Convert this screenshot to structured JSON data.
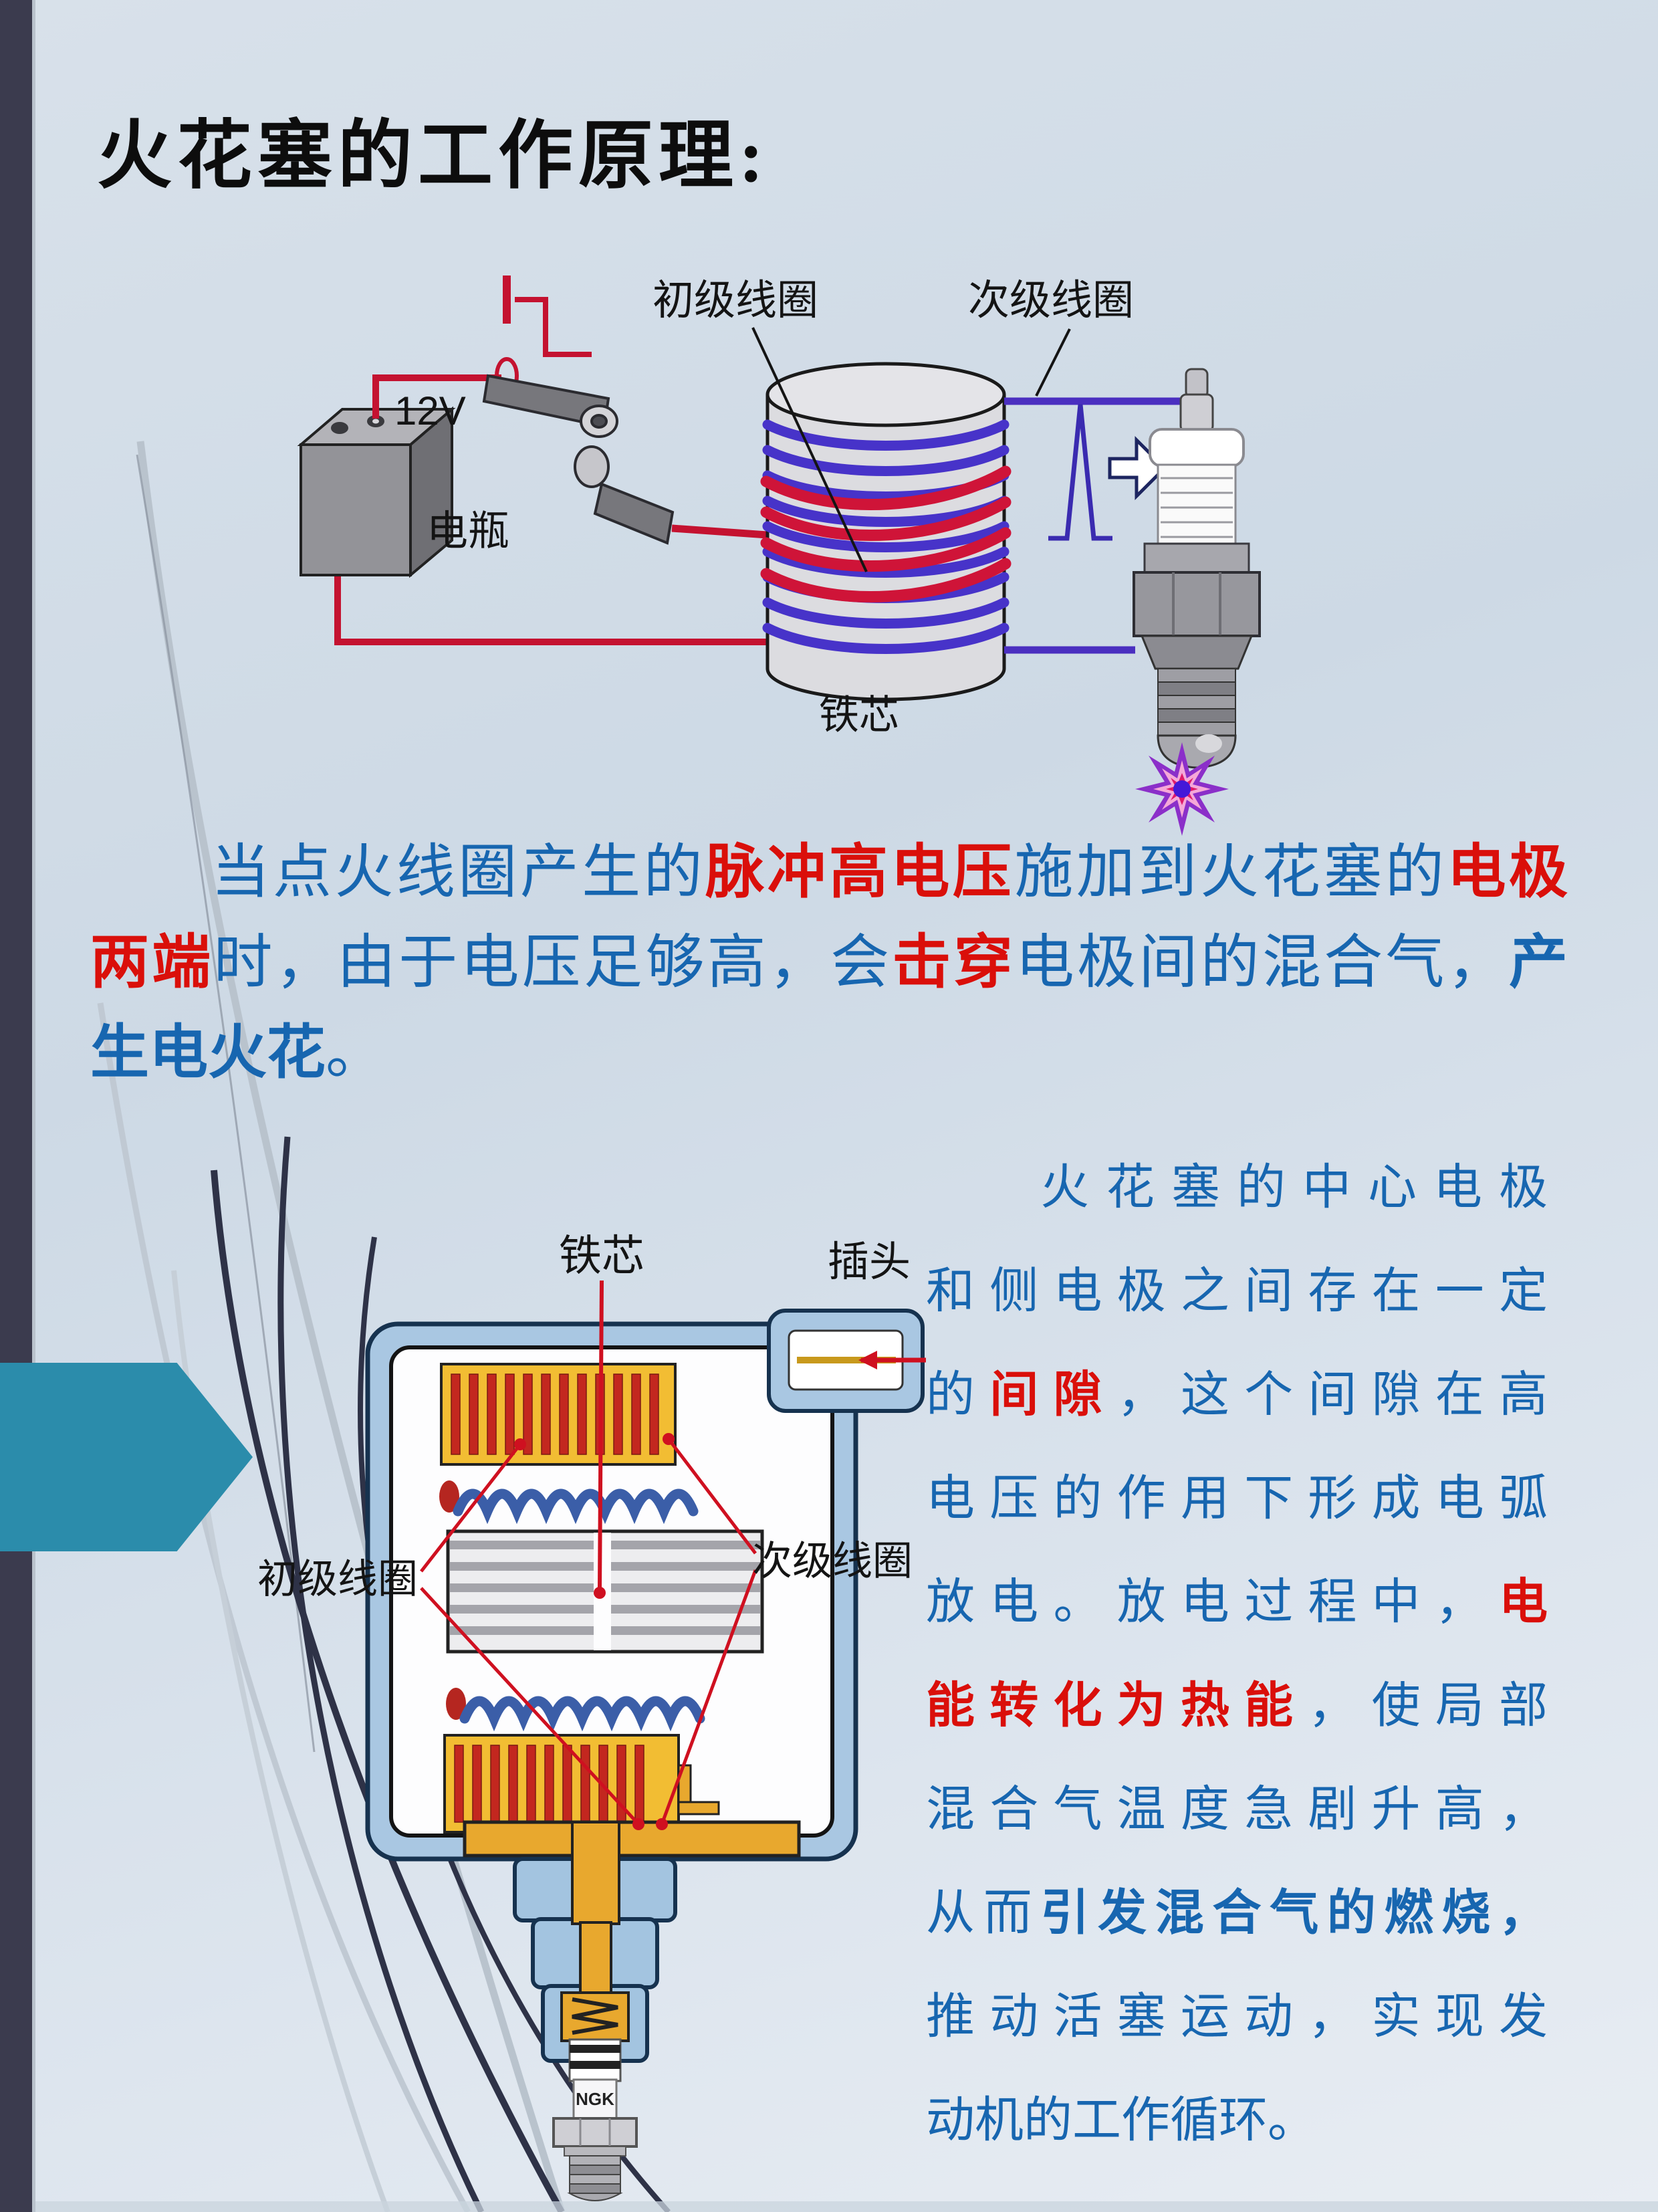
{
  "page": {
    "title": "火花塞的工作原理:"
  },
  "colors": {
    "accent_teal": "#2b8cab",
    "text_blue": "#1766b0",
    "text_red": "#da0f0a",
    "left_bar_dark": "#3b3b4e",
    "wire_red": "#c41230",
    "winding_indigo": "#4733c9",
    "winding_blue": "#3b5ea8",
    "bobbin_yellow": "#f2bd33"
  },
  "top_diagram": {
    "primary_coil_label": "初级线圈",
    "secondary_coil_label": "次级线圈",
    "battery_voltage": "12V",
    "battery_label": "电瓶",
    "iron_core_label": "铁芯"
  },
  "bottom_diagram": {
    "iron_core_label": "铁芯",
    "plug_connector_label": "插头",
    "primary_coil_label": "初级线圈",
    "secondary_coil_label": "次级线圈",
    "brand_label": "NGK"
  },
  "mid_paragraph": {
    "lines": [
      {
        "segments": [
          {
            "text": "当点火线圈产生的",
            "style": "blue"
          },
          {
            "text": "脉冲高电压",
            "style": "red"
          },
          {
            "text": "施加到火花塞的",
            "style": "blue"
          },
          {
            "text": "电极",
            "style": "red"
          }
        ]
      },
      {
        "segments": [
          {
            "text": "两端",
            "style": "red"
          },
          {
            "text": "时，由于电压足够高，会",
            "style": "blue"
          },
          {
            "text": "击穿",
            "style": "red"
          },
          {
            "text": "电极间的混合气，",
            "style": "blue"
          },
          {
            "text": "产",
            "style": "boldblue"
          }
        ]
      },
      {
        "segments": [
          {
            "text": "生电火花",
            "style": "boldblue"
          },
          {
            "text": "。",
            "style": "blue"
          }
        ]
      }
    ]
  },
  "right_paragraph": {
    "lines": [
      {
        "segments": [
          {
            "text": "火花塞的中心电极",
            "style": "blue"
          }
        ]
      },
      {
        "segments": [
          {
            "text": "和侧电极之间存在一定",
            "style": "blue"
          }
        ]
      },
      {
        "segments": [
          {
            "text": "的",
            "style": "blue"
          },
          {
            "text": "间隙",
            "style": "red"
          },
          {
            "text": "，这个间隙在高",
            "style": "blue"
          }
        ]
      },
      {
        "segments": [
          {
            "text": "电压的作用下形成电弧",
            "style": "blue"
          }
        ]
      },
      {
        "segments": [
          {
            "text": "放电。放电过程中，",
            "style": "blue"
          },
          {
            "text": "电",
            "style": "red"
          }
        ]
      },
      {
        "segments": [
          {
            "text": "能转化为热能",
            "style": "red"
          },
          {
            "text": "，使局部",
            "style": "blue"
          }
        ]
      },
      {
        "segments": [
          {
            "text": "混合气温度急剧升高，",
            "style": "blue"
          }
        ]
      },
      {
        "segments": [
          {
            "text": "从而",
            "style": "blue"
          },
          {
            "text": "引发混合气的燃烧，",
            "style": "boldblue"
          }
        ]
      },
      {
        "segments": [
          {
            "text": "推动活塞运动，实现发",
            "style": "blue"
          }
        ]
      },
      {
        "segments": [
          {
            "text": "动机的工作循环。",
            "style": "blue"
          }
        ]
      }
    ]
  }
}
